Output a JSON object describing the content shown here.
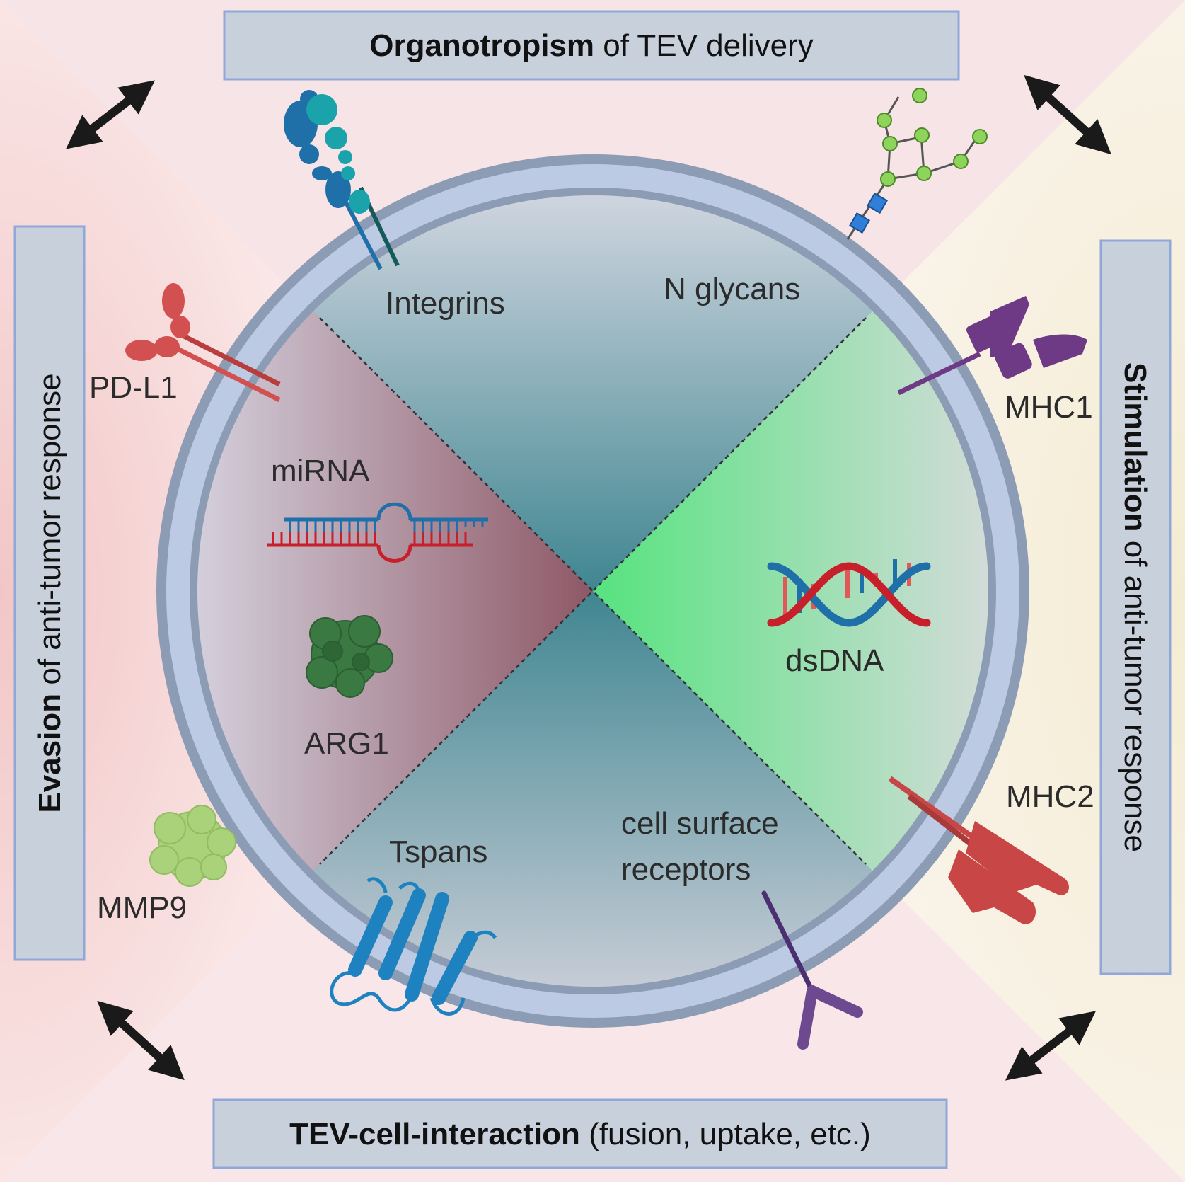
{
  "boxes": {
    "top": {
      "bold": "Organotropism",
      "rest": " of TEV delivery"
    },
    "bottom": {
      "bold": "TEV-cell-interaction",
      "rest": " (fusion, uptake, etc.)"
    },
    "left": {
      "bold": "Evasion",
      "rest": " of anti-tumor response"
    },
    "right": {
      "bold": "Stimulation",
      "rest": " of anti-tumor response"
    }
  },
  "labels": {
    "integrins": "Integrins",
    "n_glycans": "N glycans",
    "pd_l1": "PD-L1",
    "mirna": "miRNA",
    "arg1": "ARG1",
    "mmp9": "MMP9",
    "mhc1": "MHC1",
    "dsdna": "dsDNA",
    "mhc2": "MHC2",
    "tspans": "Tspans",
    "cell_surface_1": "cell surface",
    "cell_surface_2": "receptors"
  },
  "colors": {
    "box_fill": "#c8d0dc",
    "box_stroke": "#8fa8d8",
    "membrane": "#8c9cb4",
    "membrane_inner": "#bccbe3",
    "evasion_red": "#a05a6a",
    "stimulation_green": "#63d98a",
    "core_teal": "#4b8a94",
    "integrin_blue": "#1f6fa8",
    "integrin_teal": "#1aa3aa",
    "glycan_green": "#8fd45a",
    "glycan_blue": "#2f7fd8",
    "pdl1_red": "#d25050",
    "mhc1_purple": "#6e3a86",
    "mhc2_red": "#c84646",
    "tspan_blue": "#1f82c0",
    "receptor_purple": "#6d4a90",
    "dna_red": "#c8202a",
    "dna_blue": "#1f6fa8",
    "arg1_green": "#3a7a42",
    "mmp9_green": "#a9d27a",
    "arrow": "#1a1a1a"
  },
  "icons": [
    "integrin-icon",
    "n-glycan-icon",
    "pd-l1-icon",
    "mirna-icon",
    "arg1-protein-icon",
    "mmp9-protein-icon",
    "mhc1-icon",
    "dsdna-icon",
    "mhc2-icon",
    "tetraspanin-icon",
    "cell-surface-receptor-icon",
    "double-arrow-icon"
  ]
}
